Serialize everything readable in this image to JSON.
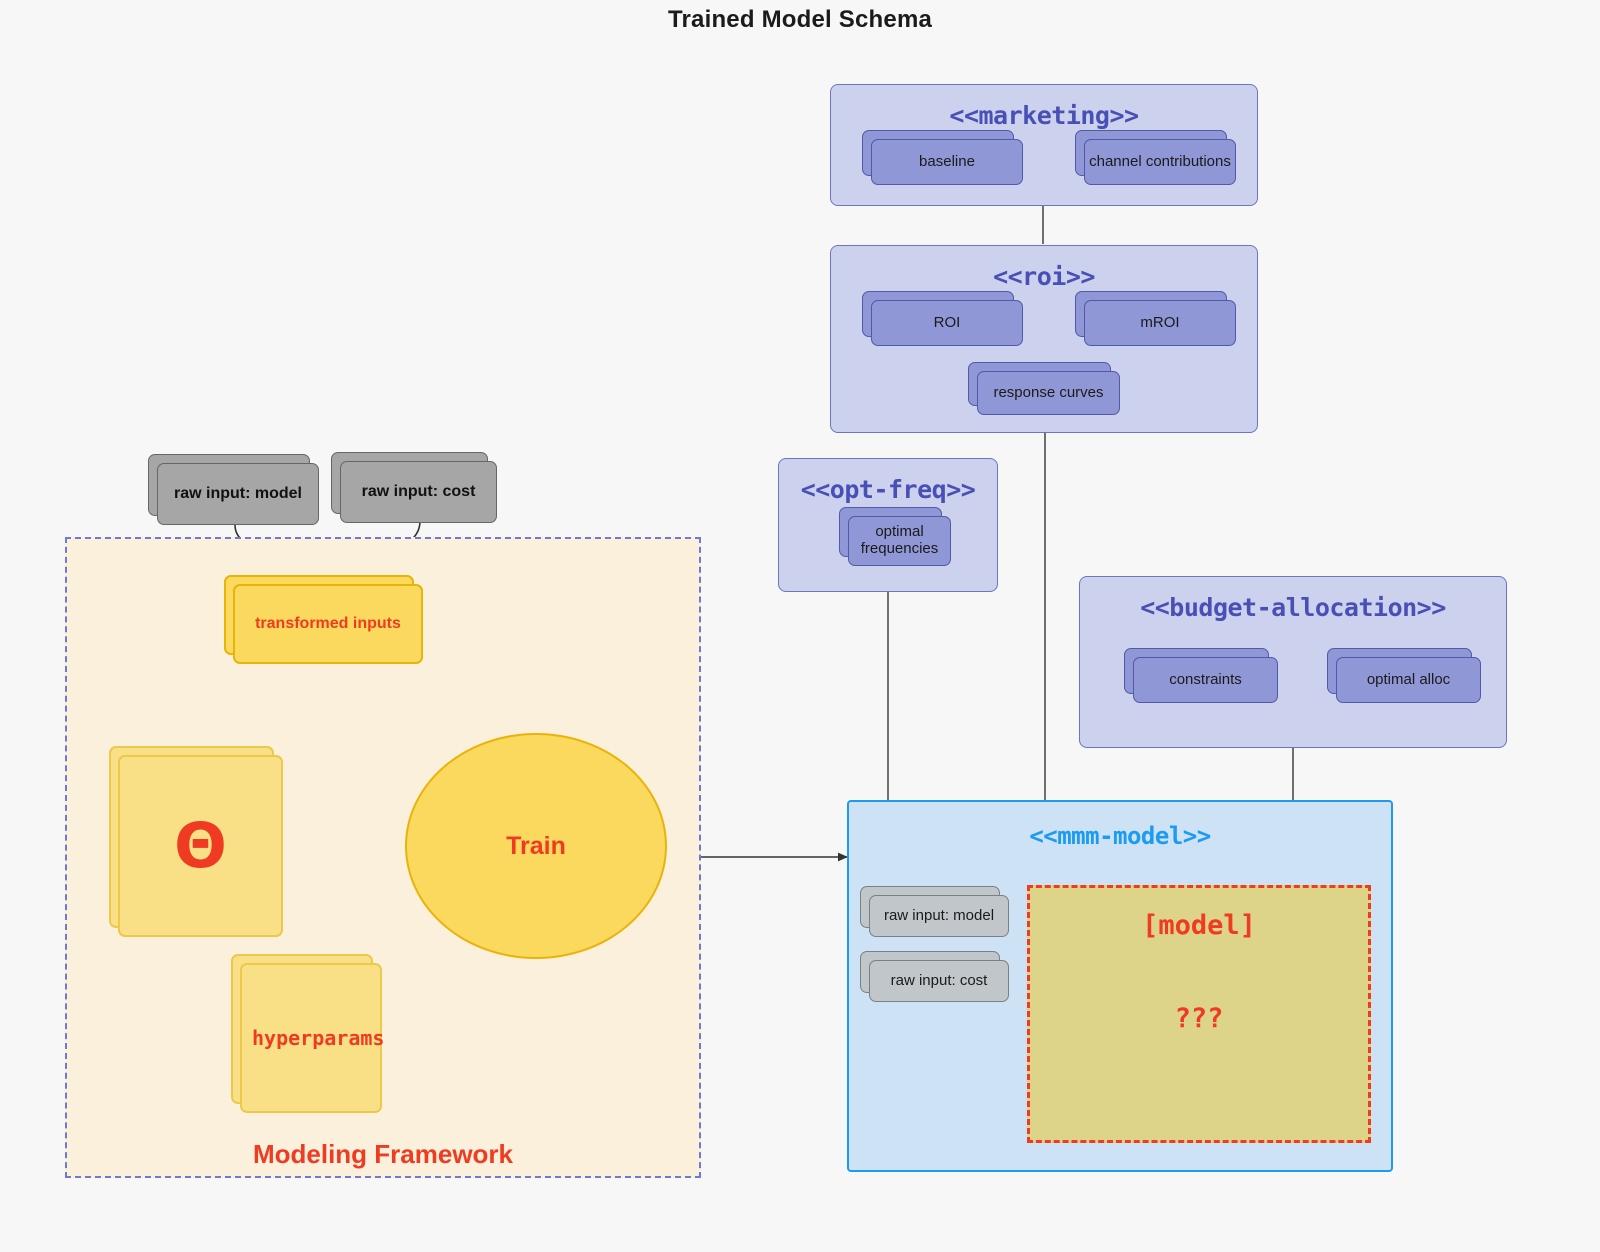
{
  "page": {
    "title": "Trained Model Schema",
    "background": "#f7f7f7"
  },
  "colors": {
    "violet_group_fill": "#ccd1ee",
    "violet_group_border": "#6c74c4",
    "violet_node_fill": "#8f97d6",
    "violet_node_border": "#5159a8",
    "violet_title_text": "#4950b5",
    "blue_group_fill": "#cde3f5",
    "blue_group_border": "#1d9bf0",
    "gray_node_fill": "#a6a6a6",
    "gray_node_light_fill": "#c0c6ca",
    "yellow_node_fill": "#fbd95e",
    "yellow_node_border": "#eab308",
    "framework_fill": "#faf0dc",
    "framework_border": "#6c7bd0",
    "accent_red": "#ef3b22",
    "model_box_fill": "#ddd489"
  },
  "packages": {
    "marketing": {
      "title": "<<marketing>>",
      "nodes": [
        {
          "label": "baseline"
        },
        {
          "label": "channel contributions"
        }
      ]
    },
    "roi": {
      "title": "<<roi>>",
      "nodes": [
        {
          "label": "ROI"
        },
        {
          "label": "mROI"
        },
        {
          "label": "response curves"
        }
      ]
    },
    "opt_freq": {
      "title": "<<opt-freq>>",
      "nodes": [
        {
          "label": "optimal frequencies"
        }
      ]
    },
    "budget_allocation": {
      "title": "<<budget-allocation>>",
      "nodes": [
        {
          "label": "constraints"
        },
        {
          "label": "optimal alloc"
        }
      ]
    },
    "mmm_model": {
      "title": "<<mmm-model>>",
      "nodes": [
        {
          "label": "raw input: model"
        },
        {
          "label": "raw input: cost"
        }
      ],
      "model_box": {
        "title": "[model]",
        "subtitle": "???"
      }
    }
  },
  "raw_inputs": [
    {
      "label": "raw input: model"
    },
    {
      "label": "raw input: cost"
    }
  ],
  "framework": {
    "label": "Modeling Framework",
    "nodes": {
      "transformed_inputs": "transformed inputs",
      "theta": "Θ",
      "hyperparams": "hyperparams",
      "train": "Train"
    }
  }
}
